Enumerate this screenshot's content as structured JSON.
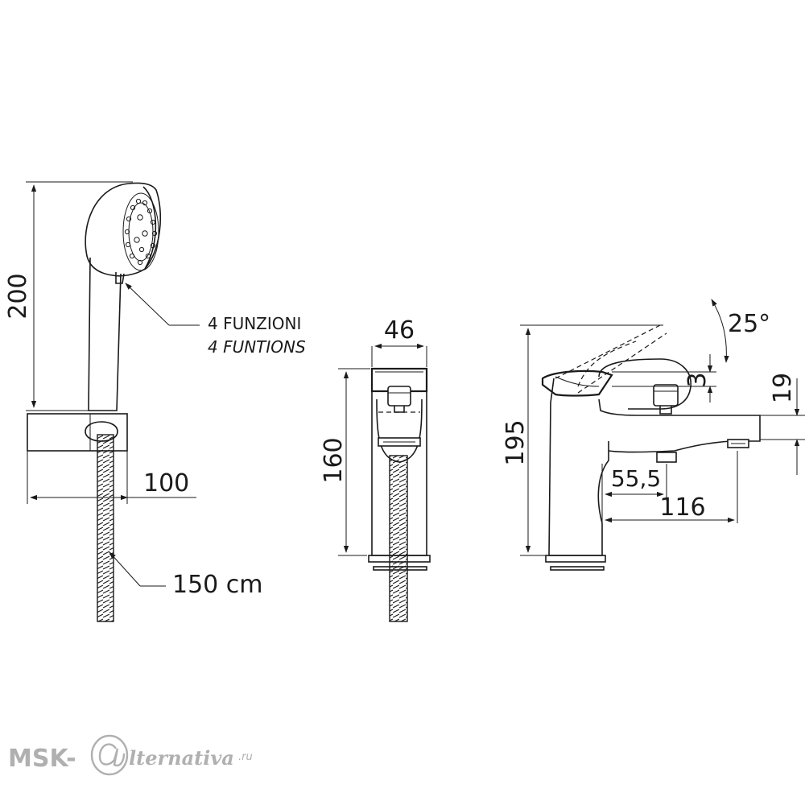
{
  "dimensions": {
    "shower_height": "200",
    "holder_width": "100",
    "hose_length": "150 cm",
    "front_width": "46",
    "front_height": "160",
    "lever_angle": "25°",
    "lever_lift": "3",
    "spout_height": "19",
    "total_height": "195",
    "outlet_offset": "55,5",
    "spout_reach": "116"
  },
  "callout": {
    "line1": "4 FUNZIONI",
    "line2": "4 FUNTIONS"
  },
  "watermark": {
    "prefix": "MSK-",
    "suffix": "lternativa",
    "domain": ".ru"
  },
  "colors": {
    "ink": "#1a1a1a",
    "watermark": "#b0b0b0"
  }
}
